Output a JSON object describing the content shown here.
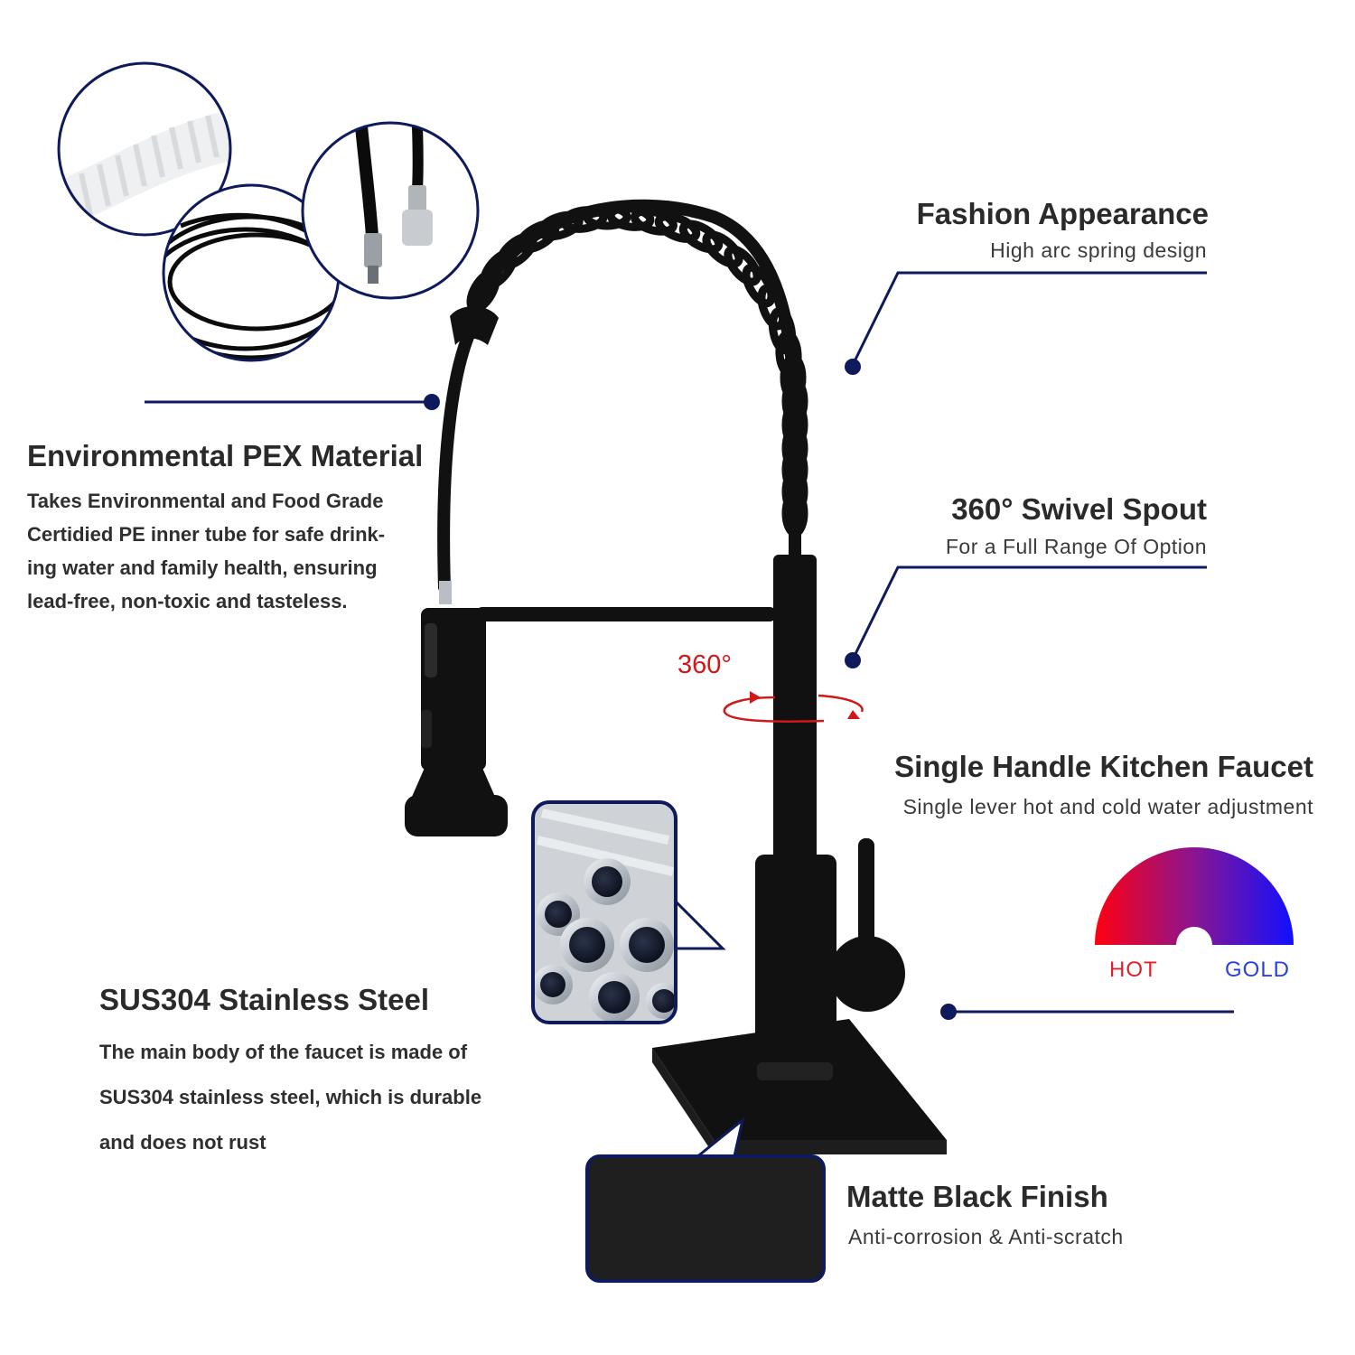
{
  "features": {
    "fashion": {
      "title": "Fashion Appearance",
      "subtitle": "High arc spring design"
    },
    "swivel": {
      "title": "360° Swivel Spout",
      "subtitle": "For a Full Range Of Option",
      "rotation_label": "360°"
    },
    "single_handle": {
      "title": "Single Handle Kitchen Faucet",
      "subtitle": "Single lever hot and cold water adjustment"
    },
    "pex": {
      "title": "Environmental PEX Material",
      "lines": [
        "Takes Environmental and Food Grade",
        "Certidied PE inner tube for safe drink-",
        "ing water and family health, ensuring",
        "lead-free, non-toxic and tasteless."
      ]
    },
    "steel": {
      "title": "SUS304 Stainless Steel",
      "lines": [
        "The main body of the faucet is made of",
        "SUS304 stainless steel, which is durable",
        "and does not rust"
      ]
    },
    "matte": {
      "title": "Matte Black Finish",
      "subtitle": "Anti-corrosion & Anti-scratch"
    }
  },
  "temperature_dial": {
    "hot_label": "HOT",
    "cold_label": "GOLD",
    "hot_color": "#e8001a",
    "cold_color": "#1a1ae8"
  },
  "colors": {
    "accent": "#0f1a5c",
    "faucet": "#111111",
    "rotation": "#d01818"
  }
}
